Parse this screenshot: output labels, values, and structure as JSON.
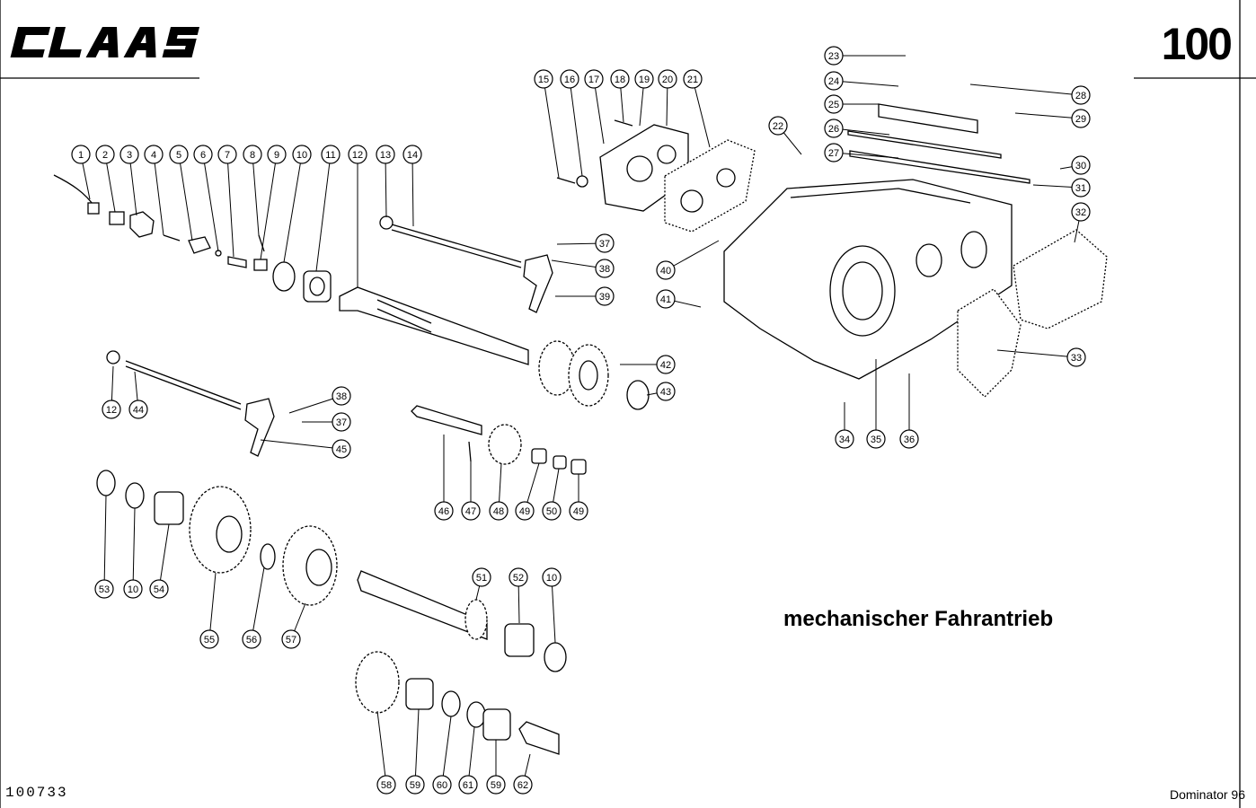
{
  "header": {
    "brand": "CLAAS",
    "page_number": "100"
  },
  "title": "mechanischer Fahrantrieb",
  "footer": {
    "document_number": "100733",
    "model": "Dominator 96"
  },
  "part_labels": [
    "1",
    "2",
    "3",
    "4",
    "5",
    "6",
    "7",
    "8",
    "9",
    "10",
    "11",
    "12",
    "13",
    "14",
    "15",
    "16",
    "17",
    "18",
    "19",
    "20",
    "21",
    "22",
    "23",
    "24",
    "25",
    "26",
    "27",
    "28",
    "29",
    "30",
    "31",
    "32",
    "33",
    "34",
    "35",
    "36",
    "37",
    "38",
    "39",
    "40",
    "41",
    "42",
    "43",
    "44",
    "45",
    "46",
    "47",
    "48",
    "49",
    "50",
    "51",
    "52",
    "53",
    "54",
    "55",
    "56",
    "57",
    "58",
    "59",
    "60",
    "61",
    "62"
  ],
  "colors": {
    "ink": "#000000",
    "paper": "#ffffff"
  }
}
